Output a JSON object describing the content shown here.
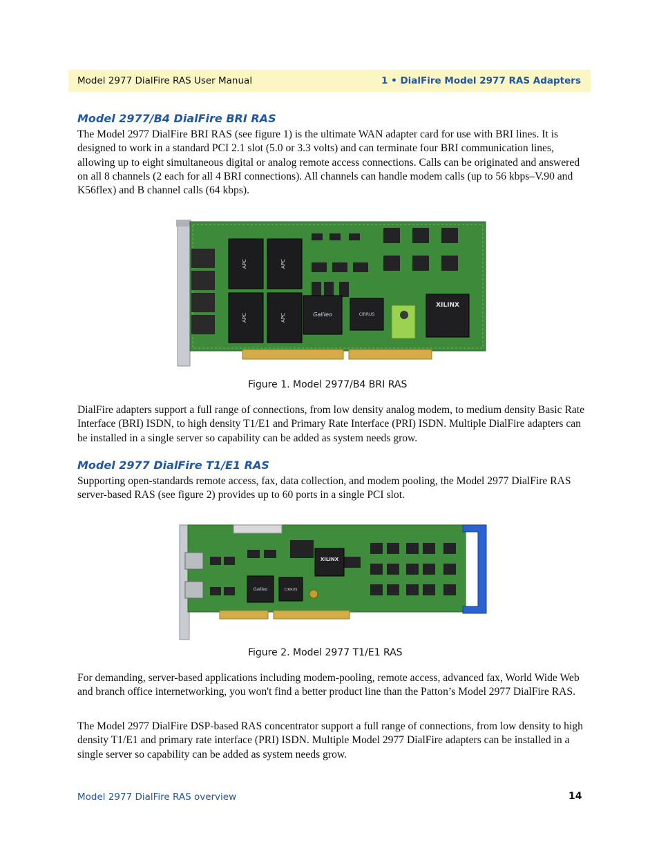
{
  "header": {
    "left": "Model 2977 DialFire RAS User Manual",
    "right": "1 • DialFire Model 2977 RAS Adapters"
  },
  "sections": [
    {
      "heading": "Model 2977/B4 DialFire BRI RAS",
      "paragraph": "The Model 2977 DialFire BRI RAS (see figure 1) is the ultimate WAN adapter card for use with BRI lines. It is designed to work in a standard PCI 2.1 slot (5.0 or 3.3 volts) and can terminate four BRI communication lines, allowing up to eight simultaneous digital or analog remote access connections. Calls can be originated and answered on all 8 channels (2 each for all 4 BRI connections). All channels can handle modem calls (up to 56 kbps–V.90 and K56flex) and B channel calls (64 kbps).",
      "figure_caption": "Figure 1. Model 2977/B4 BRI RAS",
      "after_paragraph": "DialFire adapters support a full range of connections, from low density analog modem, to medium density Basic Rate Interface (BRI) ISDN, to high density T1/E1 and Primary Rate Interface (PRI) ISDN. Multiple DialFire adapters can be installed in a single server so capability can be added as system needs grow."
    },
    {
      "heading": "Model 2977 DialFire T1/E1 RAS",
      "paragraph": "Supporting open-standards remote access, fax, data collection, and modem pooling, the Model 2977 DialFire RAS server-based RAS (see figure 2) provides up to 60 ports in a single PCI slot.",
      "figure_caption": "Figure 2. Model 2977 T1/E1 RAS",
      "after_paragraph": "For demanding, server-based applications including modem-pooling, remote access, advanced fax, World Wide Web and branch office internetworking, you won't find a better product line than the Patton’s Model 2977 DialFire RAS.",
      "final_paragraph": "The Model 2977 DialFire DSP-based RAS concentrator support a full range of connections, from low density to high density T1/E1 and primary rate interface (PRI) ISDN. Multiple Model 2977 DialFire adapters can be installed in a single server so capability can be added as system needs grow."
    }
  ],
  "chip_labels": {
    "apc": "APC",
    "galileo": "Galileo",
    "xilinx": "XILINX",
    "cirrus": "CIRRUS"
  },
  "footer": {
    "left": "Model 2977 DialFire RAS overview",
    "page_number": "14"
  },
  "colors": {
    "accent_blue": "#1f57a3",
    "header_bg": "#fbf6c4",
    "pcb_green": "#3d8a3a",
    "handle_blue": "#2a63d0"
  }
}
